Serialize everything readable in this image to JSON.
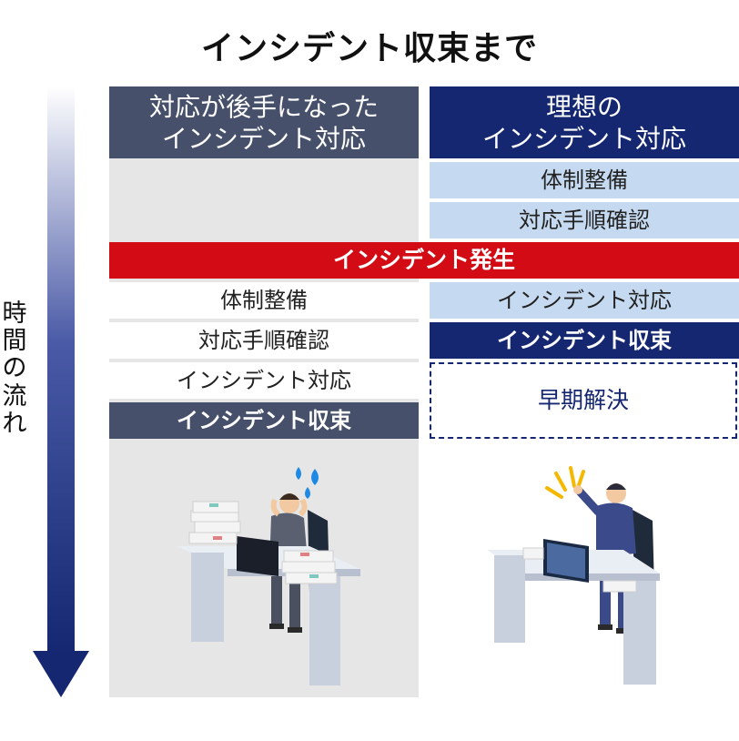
{
  "title": "インシデント収束まで",
  "time_axis_label": [
    "時",
    "間",
    "の",
    "流",
    "れ"
  ],
  "left_column": {
    "header": [
      "対応が後手になった",
      "インシデント対応"
    ],
    "steps": [
      "体制整備",
      "対応手順確認",
      "インシデント対応"
    ],
    "end": "インシデント収束"
  },
  "right_column": {
    "header": [
      "理想の",
      "インシデント対応"
    ],
    "prep_steps": [
      "体制整備",
      "対応手順確認"
    ],
    "response": "インシデント対応",
    "end": "インシデント収束",
    "result": "早期解決"
  },
  "event_band": "インシデント発生",
  "colors": {
    "left_header": "#46506a",
    "right_header": "#142770",
    "event": "#d20b14",
    "light_step": "#c5daf0",
    "left_bg": "#e6e6e6"
  },
  "icons": [
    "time-arrow-icon",
    "stressed-worker-illustration",
    "happy-worker-illustration",
    "sweat-drops-icon",
    "idea-spark-icon"
  ]
}
